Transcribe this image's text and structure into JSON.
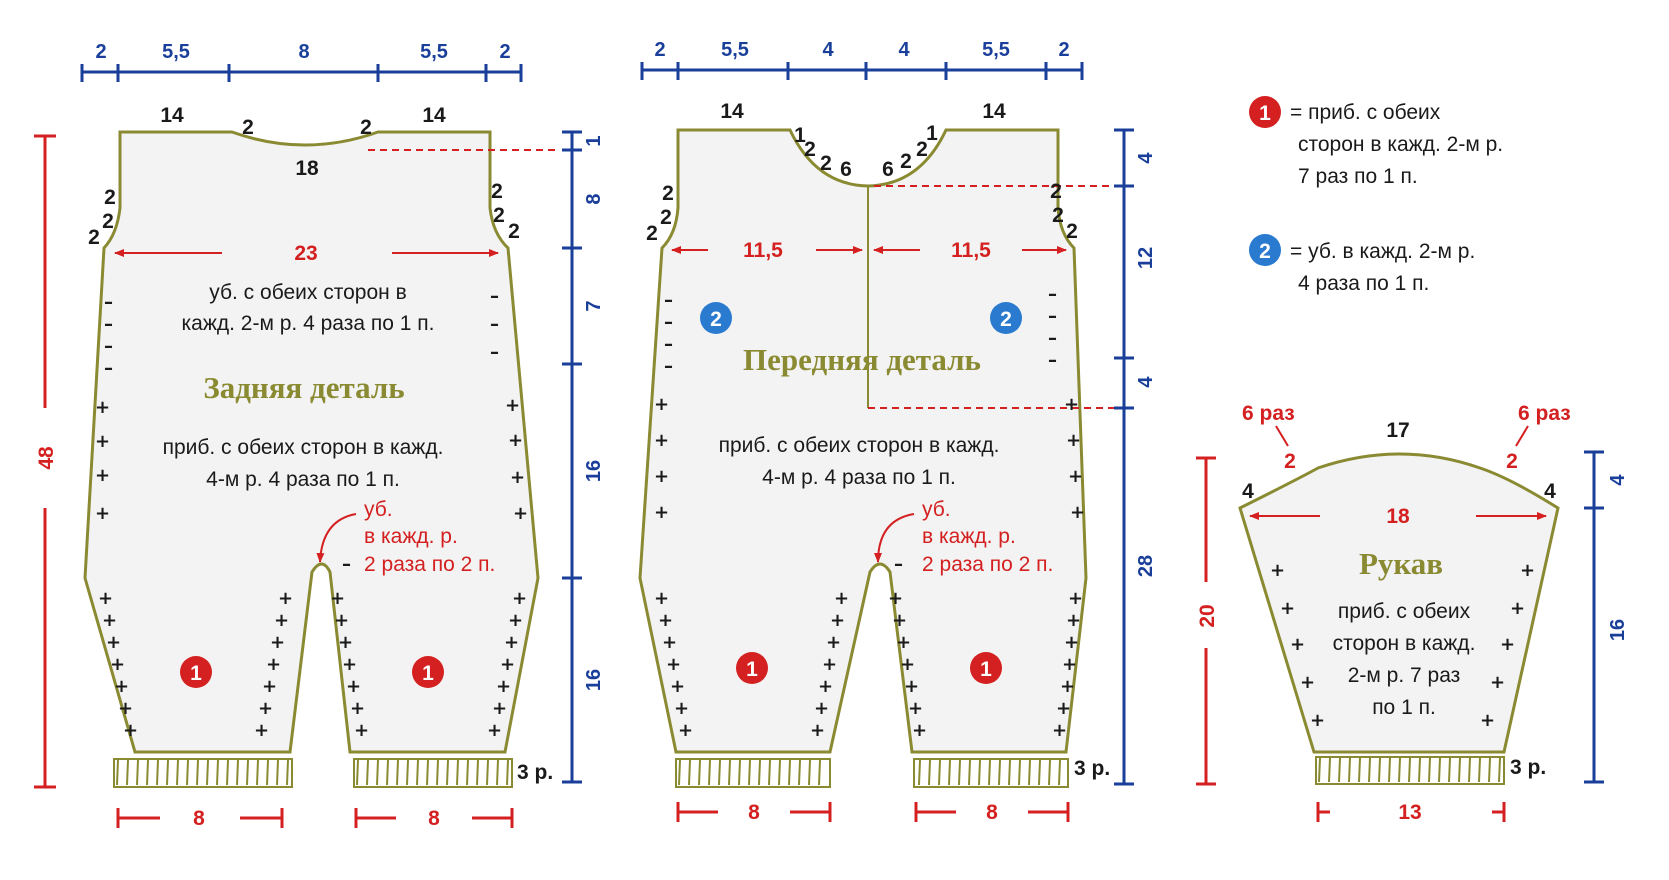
{
  "colors": {
    "background": "#ffffff",
    "piece_fill": "#f3f3f3",
    "piece_outline": "#8a8a32",
    "red": "#d42020",
    "blue": "#1a3f9a",
    "text": "#1a1a1a",
    "title": "#8a8a32",
    "badge1": "#d42020",
    "badge2": "#2a7ad0"
  },
  "legend": {
    "item1": {
      "badge": "1",
      "icon": "red-circle-badge",
      "lines": [
        "= приб. с обеих",
        "сторон в кажд. 2-м р.",
        "7 раз по 1 п."
      ]
    },
    "item2": {
      "badge": "2",
      "icon": "blue-circle-badge",
      "lines": [
        "= уб. в кажд. 2-м р.",
        "4 раза по 1 п."
      ]
    }
  },
  "back_piece": {
    "title": "Задняя деталь",
    "top_segments": [
      "2",
      "5,5",
      "8",
      "5,5",
      "2"
    ],
    "shoulder_left": "14",
    "shoulder_right": "14",
    "neck_left": "2",
    "neck_right": "2",
    "neck_width": "18",
    "armhole_left": [
      "2",
      "2",
      "2"
    ],
    "armhole_right": [
      "2",
      "2",
      "2"
    ],
    "chest_width": "23",
    "decrease_text": [
      "уб. с обеих сторон в",
      "кажд. 2-м р. 4 раза по 1 п."
    ],
    "increase_text": [
      "приб. с обеих сторон в кажд.",
      "4-м р. 4 раза по 1 п."
    ],
    "crotch_text": [
      "уб.",
      "в кажд. р.",
      "2 раза по 2 п."
    ],
    "total_height": "48",
    "right_segments": [
      "1",
      "8",
      "7",
      "16",
      "16"
    ],
    "cuff_rows": "3 р.",
    "cuff_left": "8",
    "cuff_right": "8",
    "badge_left": "1",
    "badge_right": "1"
  },
  "front_piece": {
    "title": "Передняя деталь",
    "top_segments": [
      "2",
      "5,5",
      "4",
      "4",
      "5,5",
      "2"
    ],
    "shoulder_left": "14",
    "shoulder_right": "14",
    "neck_left": [
      "1",
      "2",
      "2",
      "6"
    ],
    "neck_right": [
      "6",
      "2",
      "2",
      "1"
    ],
    "armhole_left": [
      "2",
      "2",
      "2"
    ],
    "armhole_right": [
      "2",
      "2",
      "2"
    ],
    "half_width_left": "11,5",
    "half_width_right": "11,5",
    "increase_text": [
      "приб. с обеих сторон в кажд.",
      "4-м р. 4 раза по 1 п."
    ],
    "crotch_text": [
      "уб.",
      "в кажд. р.",
      "2 раза по 2 п."
    ],
    "right_segments": [
      "4",
      "12",
      "4",
      "28"
    ],
    "cuff_rows": "3 р.",
    "cuff_left": "8",
    "cuff_right": "8",
    "badge_left": "1",
    "badge_right": "1",
    "badge_mid_left": "2",
    "badge_mid_right": "2"
  },
  "sleeve": {
    "title": "Рукав",
    "top_width": "17",
    "cap_left_note": "6 раз",
    "cap_right_note": "6 раз",
    "cap_left_step": "2",
    "cap_right_step": "2",
    "cap_left_side": "4",
    "cap_right_side": "4",
    "width": "18",
    "increase_text": [
      "приб. с обеих",
      "сторон в кажд.",
      "2-м р. 7 раз",
      "по 1 п."
    ],
    "left_height": "20",
    "right_segments": [
      "4",
      "16"
    ],
    "cuff_rows": "3 р.",
    "cuff_width": "13"
  }
}
